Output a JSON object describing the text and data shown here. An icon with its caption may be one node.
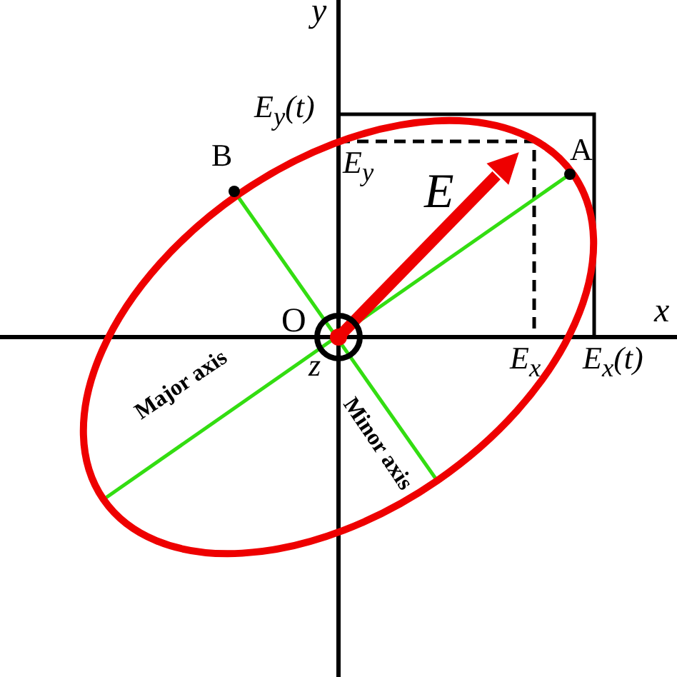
{
  "diagram": {
    "labels": [
      "y",
      "E$_{y}$(t)",
      "E$_{y}$",
      "E",
      "B",
      "A",
      "O",
      "x",
      "z",
      "E$_{x}$",
      "E$_{x}$(t)",
      "Major axis",
      "Minor axis"
    ]
  }
}
